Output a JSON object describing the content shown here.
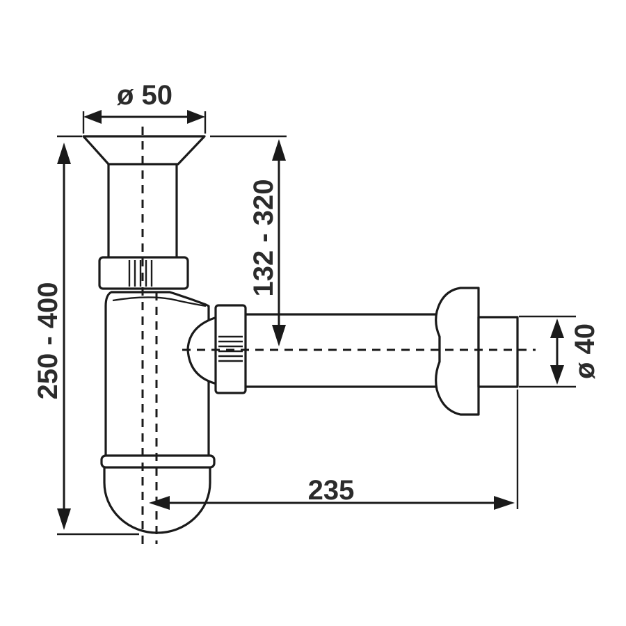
{
  "diagram": {
    "dimensions": {
      "top_diameter": "ø 50",
      "outlet_diameter": "ø 40",
      "overall_height": "250 - 400",
      "outlet_height": "132 - 320",
      "horizontal_length": "235"
    }
  }
}
